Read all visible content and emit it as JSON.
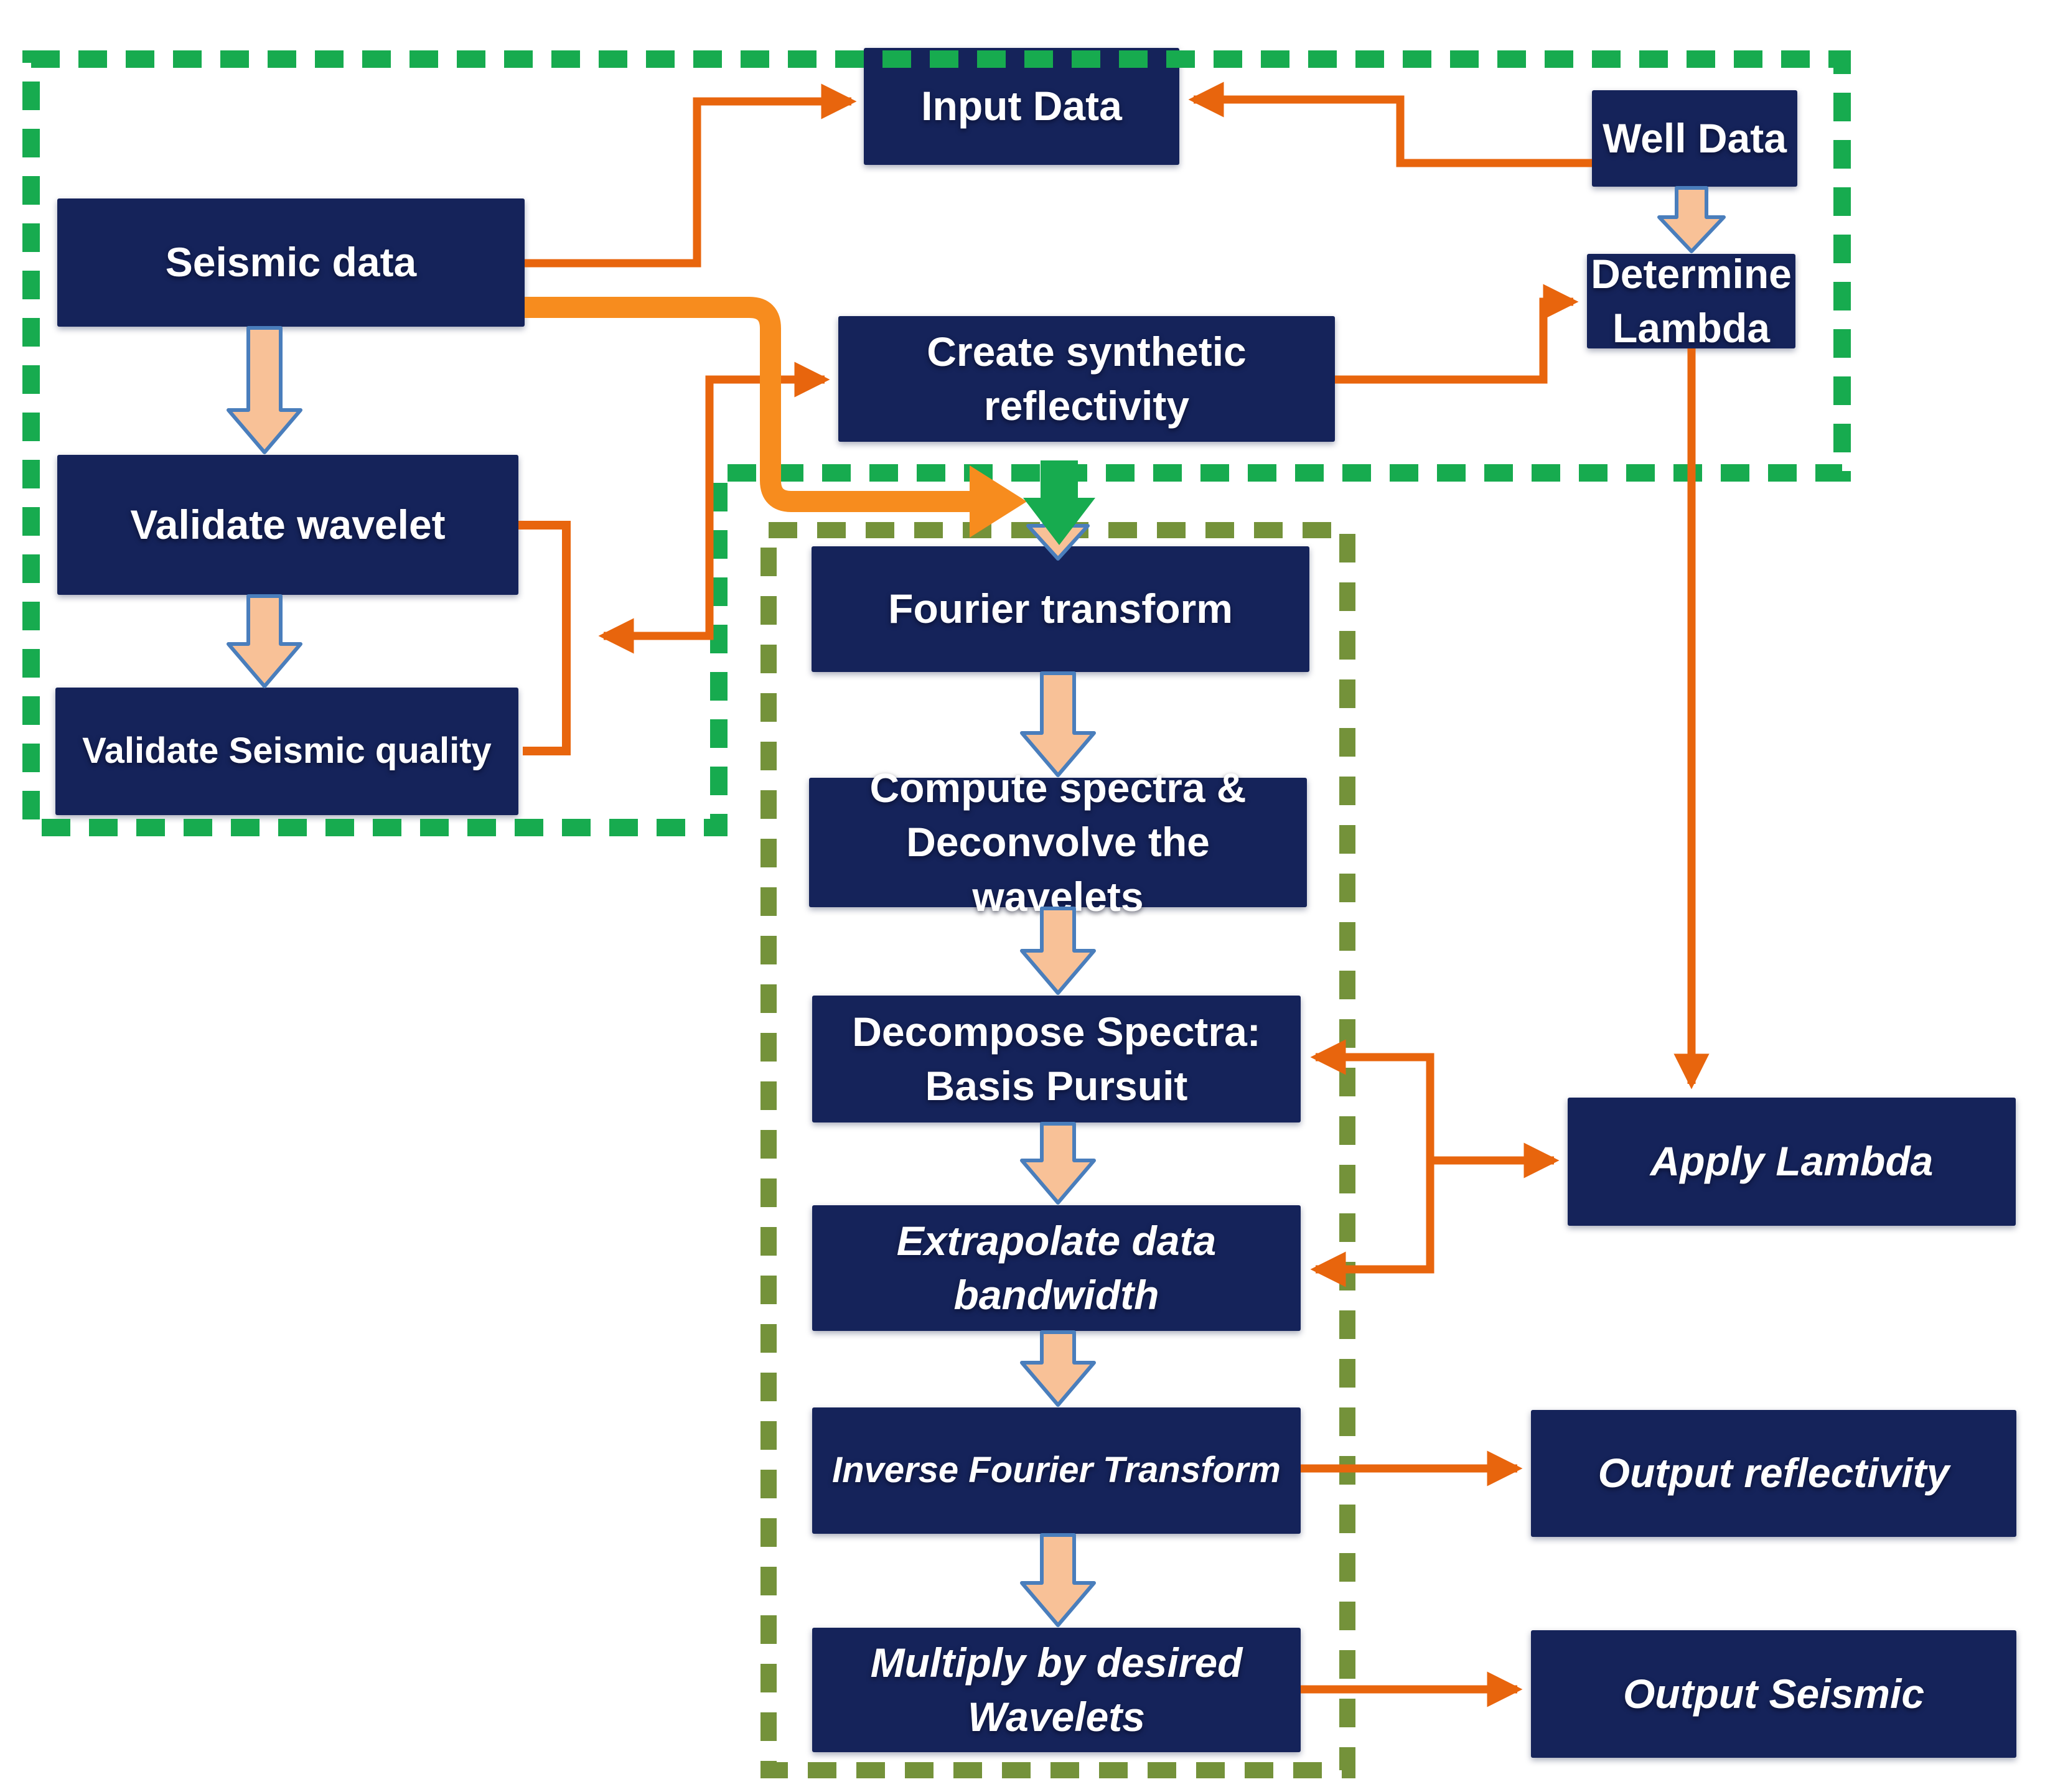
{
  "diagram_type": "flowchart",
  "colors": {
    "box_fill": "#15235a",
    "box_text": "#ffffff",
    "connector_orange": "#e8650d",
    "thick_arrow_orange": "#f78c1e",
    "block_arrow_peach": "#f8c197",
    "block_arrow_outline_blue": "#4a7ebc",
    "outer_dashed_green": "#17ab4f",
    "inner_dashed_olive": "#74923a"
  },
  "boxes": {
    "input_data": {
      "label": "Input Data"
    },
    "well_data": {
      "label": "Well Data"
    },
    "seismic_data": {
      "label": "Seismic data"
    },
    "create_synthetic": {
      "label": "Create synthetic\nreflectivity"
    },
    "determine_lambda": {
      "label": "Determine\nLambda"
    },
    "validate_wavelet": {
      "label": "Validate wavelet"
    },
    "validate_quality": {
      "label": "Validate Seismic quality"
    },
    "fourier": {
      "label": "Fourier transform"
    },
    "compute_spectra": {
      "label": "Compute spectra &\nDeconvolve the wavelets"
    },
    "decompose": {
      "label": "Decompose Spectra:\nBasis Pursuit"
    },
    "extrapolate": {
      "label": "Extrapolate data\nbandwidth"
    },
    "inverse_fourier": {
      "label": "Inverse Fourier Transform"
    },
    "multiply": {
      "label": "Multiply by desired\nWavelets"
    },
    "apply_lambda": {
      "label": "Apply Lambda"
    },
    "output_reflectivity": {
      "label": "Output reflectivity"
    },
    "output_seismic": {
      "label": "Output Seismic"
    }
  }
}
